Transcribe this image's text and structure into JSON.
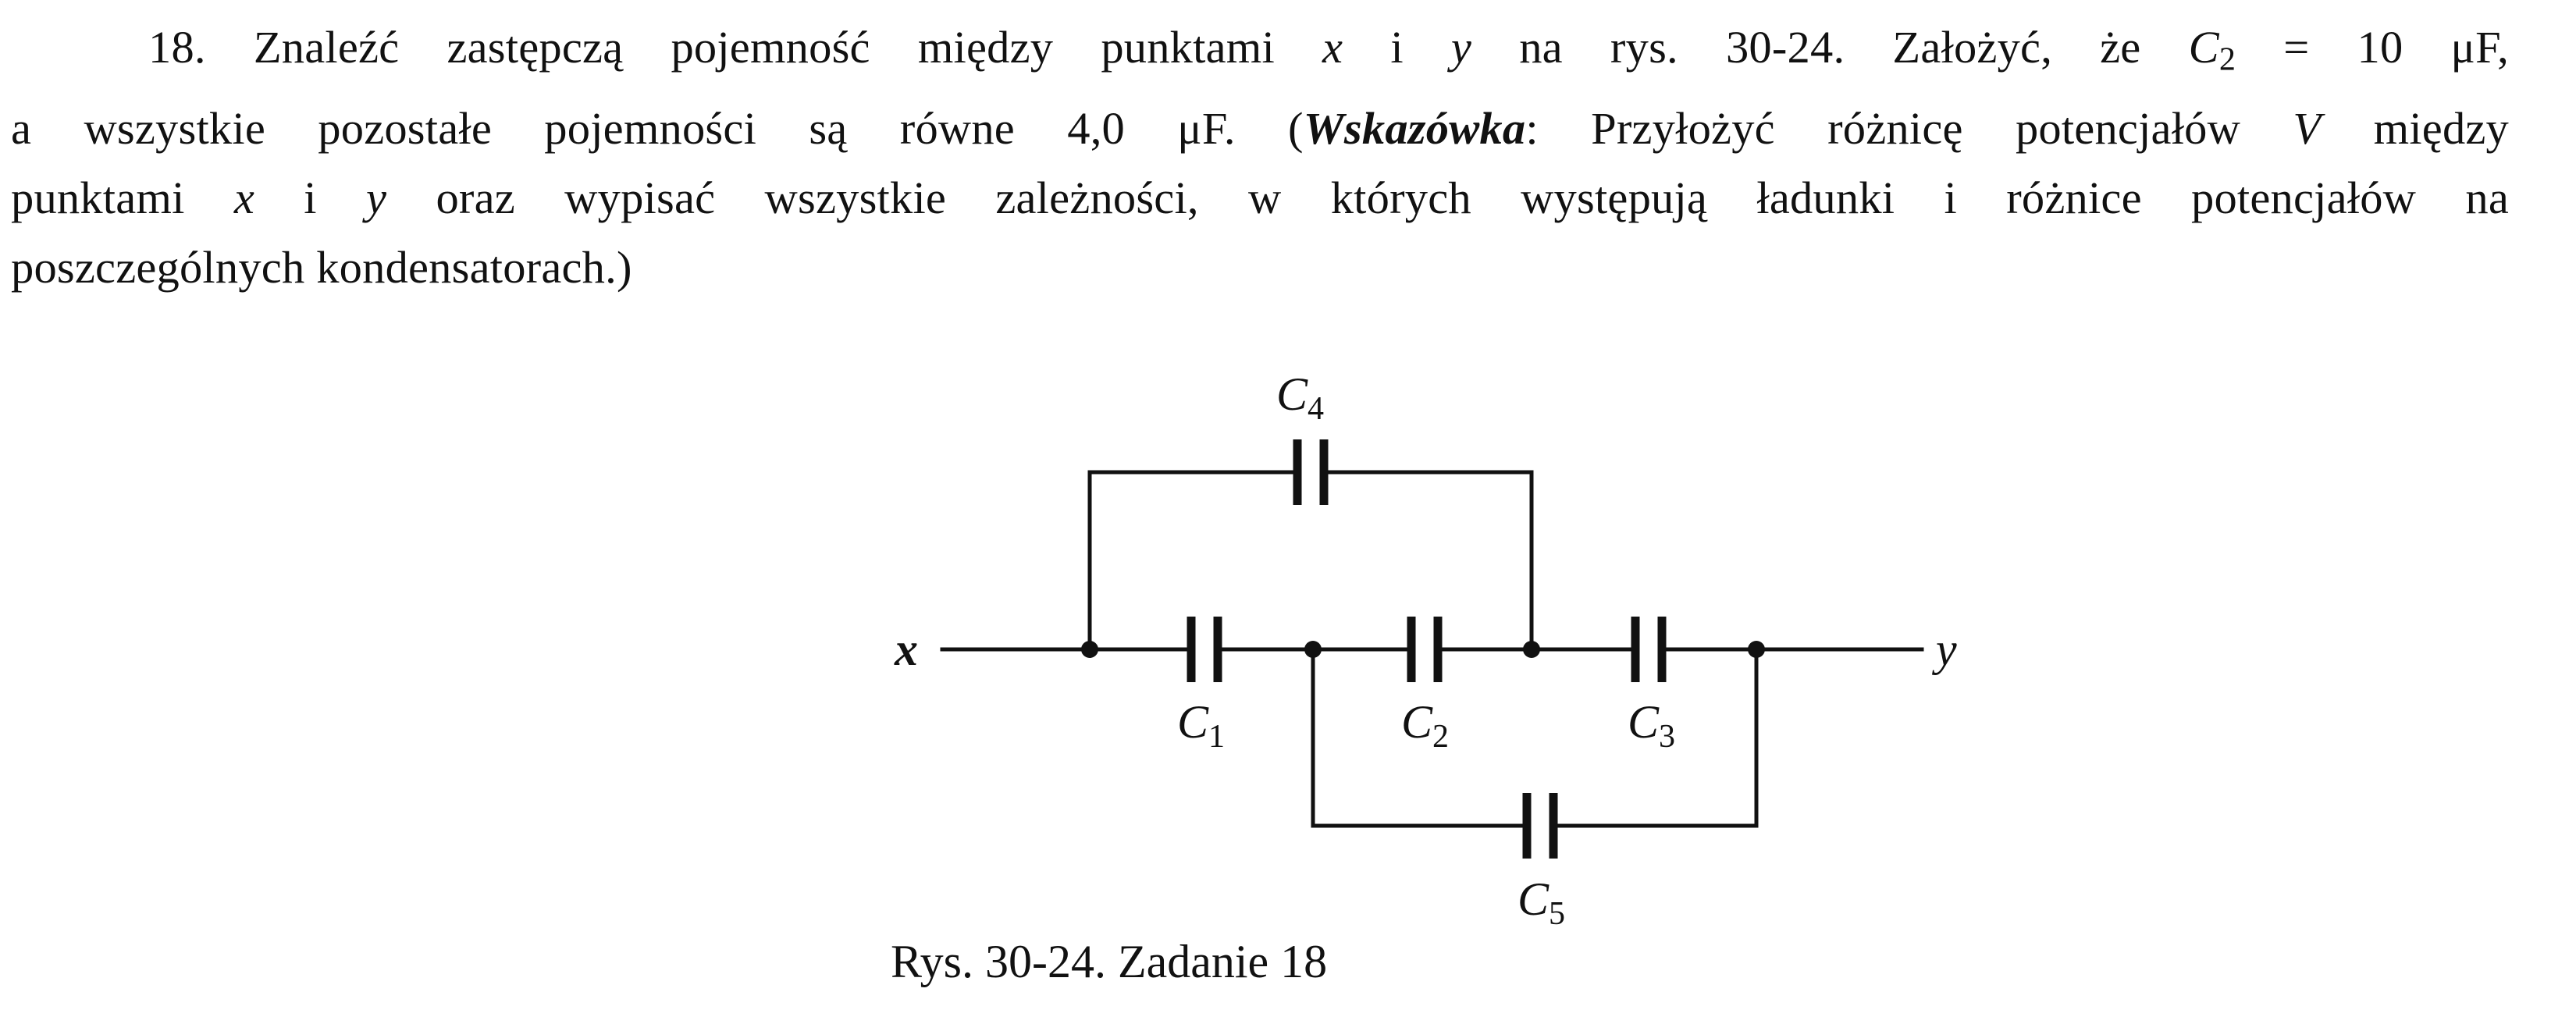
{
  "problem": {
    "line1": {
      "a": "18. Znaleźć zastępczą pojemność między punktami ",
      "x": "x",
      "b": " i ",
      "y": "y",
      "c": " na rys. 30-24. Założyć, że ",
      "C": "C",
      "sub": "2",
      "d": " = 10 μF,"
    },
    "line2": {
      "a": "a wszystkie pozostałe pojemności są równe 4,0 μF. (",
      "hint": "Wskazówka",
      "b": ": Przyłożyć różnicę potencjałów ",
      "V": "V",
      "c": " między"
    },
    "line3": {
      "a": "punktami ",
      "x": "x",
      "b": " i ",
      "y": "y",
      "c": " oraz wypisać wszystkie zależności, w których występują ładunki i różnice potencjałów na"
    },
    "line4": "poszczególnych kondensatorach.)"
  },
  "diagram": {
    "terminal_x": "x",
    "terminal_y": "y",
    "capacitors": [
      {
        "symbol": "C",
        "index": "1"
      },
      {
        "symbol": "C",
        "index": "2"
      },
      {
        "symbol": "C",
        "index": "3"
      },
      {
        "symbol": "C",
        "index": "4"
      },
      {
        "symbol": "C",
        "index": "5"
      }
    ]
  },
  "caption": "Rys. 30-24. Zadanie 18"
}
